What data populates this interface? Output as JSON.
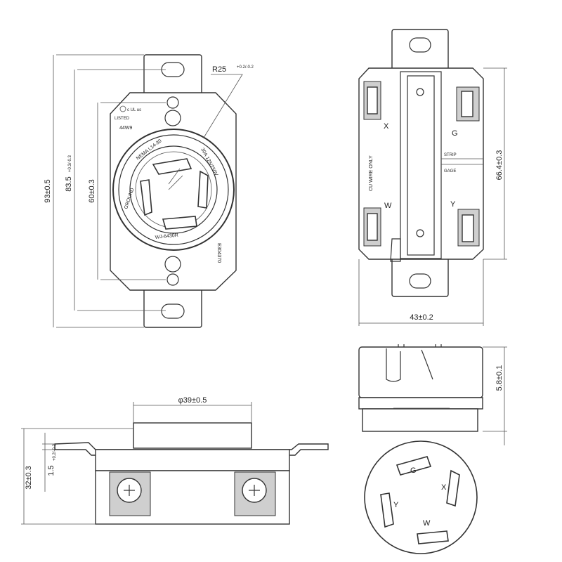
{
  "front_view": {
    "dim_height_total": "93±0.5",
    "dim_height_holes": "83.5",
    "dim_height_holes_tol": "+0.3/-0.3",
    "dim_height_body": "60±0.3",
    "dim_radius": "R25",
    "dim_radius_tol": "+0.2/-0.2",
    "listed_mark": "LISTED",
    "cert_mark": "c UL us",
    "cert_code": "44W9",
    "ring_text_top": "NEMA L14-30",
    "ring_text_right": "30A 125/250V",
    "ring_text_bottom": "WJ-6430R",
    "ring_text_left": "GROUND",
    "file_number": "E304370"
  },
  "back_view": {
    "dim_height": "66.4±0.3",
    "dim_width": "43±0.2",
    "wire_note": "CU WIRE ONLY",
    "strip_label_1": "STRIP",
    "strip_label_2": "GAGE",
    "terminal_x": "X",
    "terminal_g": "G",
    "terminal_w": "W",
    "terminal_y": "Y"
  },
  "side_view": {
    "dim_diameter": "φ39±0.5",
    "dim_height": "32±0.3",
    "dim_plate": "1.5",
    "dim_plate_tol": "+0.2/-0.2"
  },
  "top_view": {
    "dim_height": "5.8±0.1"
  },
  "face_view": {
    "slot_g": "G",
    "slot_x": "X",
    "slot_y": "Y",
    "slot_w": "W"
  }
}
